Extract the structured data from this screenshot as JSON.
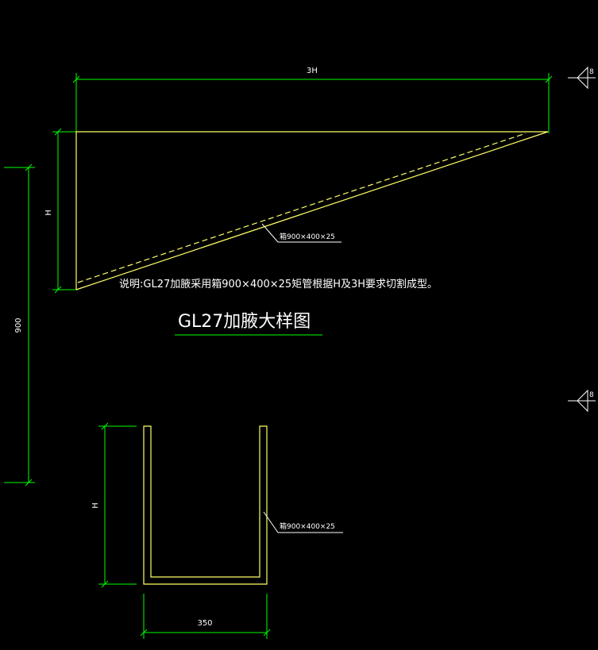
{
  "dimensions": {
    "width_3h": "3H",
    "height_h": "H",
    "overall_900": "900",
    "channel_h": "H",
    "channel_width": "350"
  },
  "section_marks": {
    "upper": "8",
    "lower": "8"
  },
  "labels": {
    "gusset_member": "箱900×400×25",
    "channel_member": "箱900×400×25"
  },
  "note": "说明:GL27加腋采用箱900×400×25矩管根据H及3H要求切割成型。",
  "title": "GL27加腋大样图",
  "colors": {
    "background": "#000000",
    "outline": "#ffff66",
    "dimension": "#00ff00",
    "text": "#ffffff",
    "leader": "#ffffff"
  }
}
